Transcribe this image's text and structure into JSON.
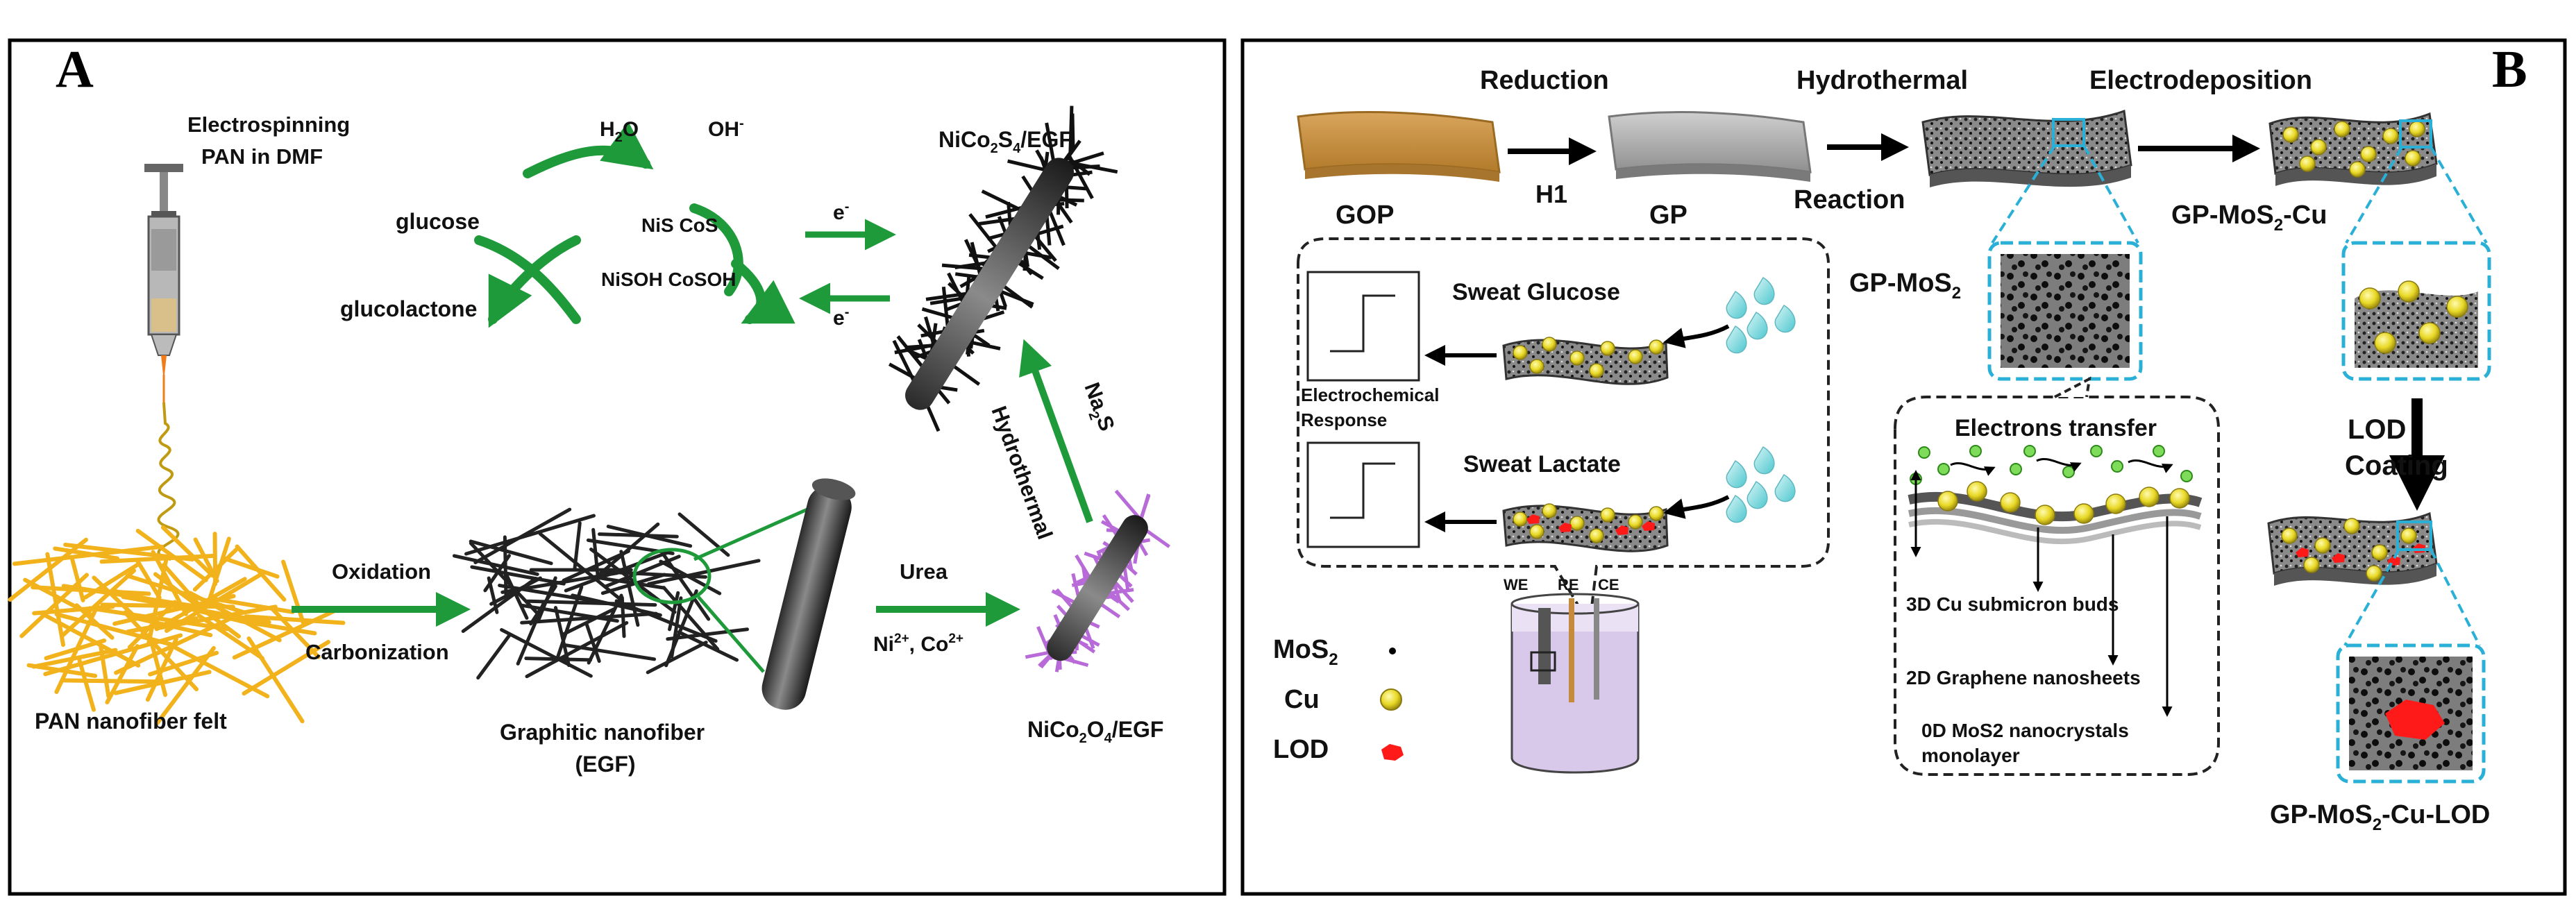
{
  "panel_a": {
    "letter": "A",
    "electrospinning": [
      "Electrospinning",
      "PAN in DMF"
    ],
    "h2o_main": "H",
    "h2o_sub": "2",
    "h2o_tail": "O",
    "oh_main": "OH",
    "oh_sup": "-",
    "nis_cos": "NiS CoS",
    "nisoh_cosoh": "NiSOH CoSOH",
    "glucose": "glucose",
    "glucolactone": "glucolactone",
    "electron_main": "e",
    "electron_sup": "-",
    "nico2s4": {
      "a": "NiCo",
      "b": "2",
      "c": "S",
      "d": "4",
      "e": "/EGF"
    },
    "hydrothermal": "Hydrothermal",
    "na2s": {
      "a": "Na",
      "b": "2",
      "c": "S"
    },
    "pan_felt": "PAN nanofiber felt",
    "oxidation": "Oxidation",
    "carbonization": "Carbonization",
    "graphitic": [
      "Graphitic nanofiber",
      "(EGF)"
    ],
    "urea": "Urea",
    "ni_co": {
      "a": "Ni",
      "b": "2+",
      "c": ",  Co",
      "d": "2+"
    },
    "nico2o4": {
      "a": "NiCo",
      "b": "2",
      "c": "O",
      "d": "4",
      "e": "/EGF"
    }
  },
  "panel_b": {
    "letter": "B",
    "reduction": "Reduction",
    "hydrothermal": "Hydrothermal",
    "electrodeposition": "Electrodeposition",
    "gop": "GOP",
    "h1": "H1",
    "gp": "GP",
    "reaction": "Reaction",
    "gp_mos2_cu": {
      "a": "GP-MoS",
      "b": "2",
      "c": "-Cu"
    },
    "gp_mos2": {
      "a": "GP-MoS",
      "b": "2"
    },
    "sweat_glucose": "Sweat Glucose",
    "sweat_lactate": "Sweat Lactate",
    "electrochemical": [
      "Electrochemical",
      "Response"
    ],
    "electrons_transfer": "Electrons transfer",
    "cu_buds": "3D Cu submicron buds",
    "graphene": "2D Graphene nanosheets",
    "mos2_nano": [
      "0D MoS2 nanocrystals",
      "monolayer"
    ],
    "lod_coating": [
      "LOD",
      "Coating"
    ],
    "we": "WE",
    "re": "RE",
    "ce": "CE",
    "legend_mos2": {
      "a": "MoS",
      "b": "2"
    },
    "legend_cu": "Cu",
    "legend_lod": "LOD",
    "final": {
      "a": "GP-MoS",
      "b": "2",
      "c": "-Cu-LOD"
    }
  },
  "colors": {
    "green": "#1e9a3a",
    "orange": "#f07d1a",
    "purple": "#b86bd8",
    "gold": "#c68a3c",
    "cyan": "#2ab0d6",
    "yellow": "#f0e21c"
  }
}
